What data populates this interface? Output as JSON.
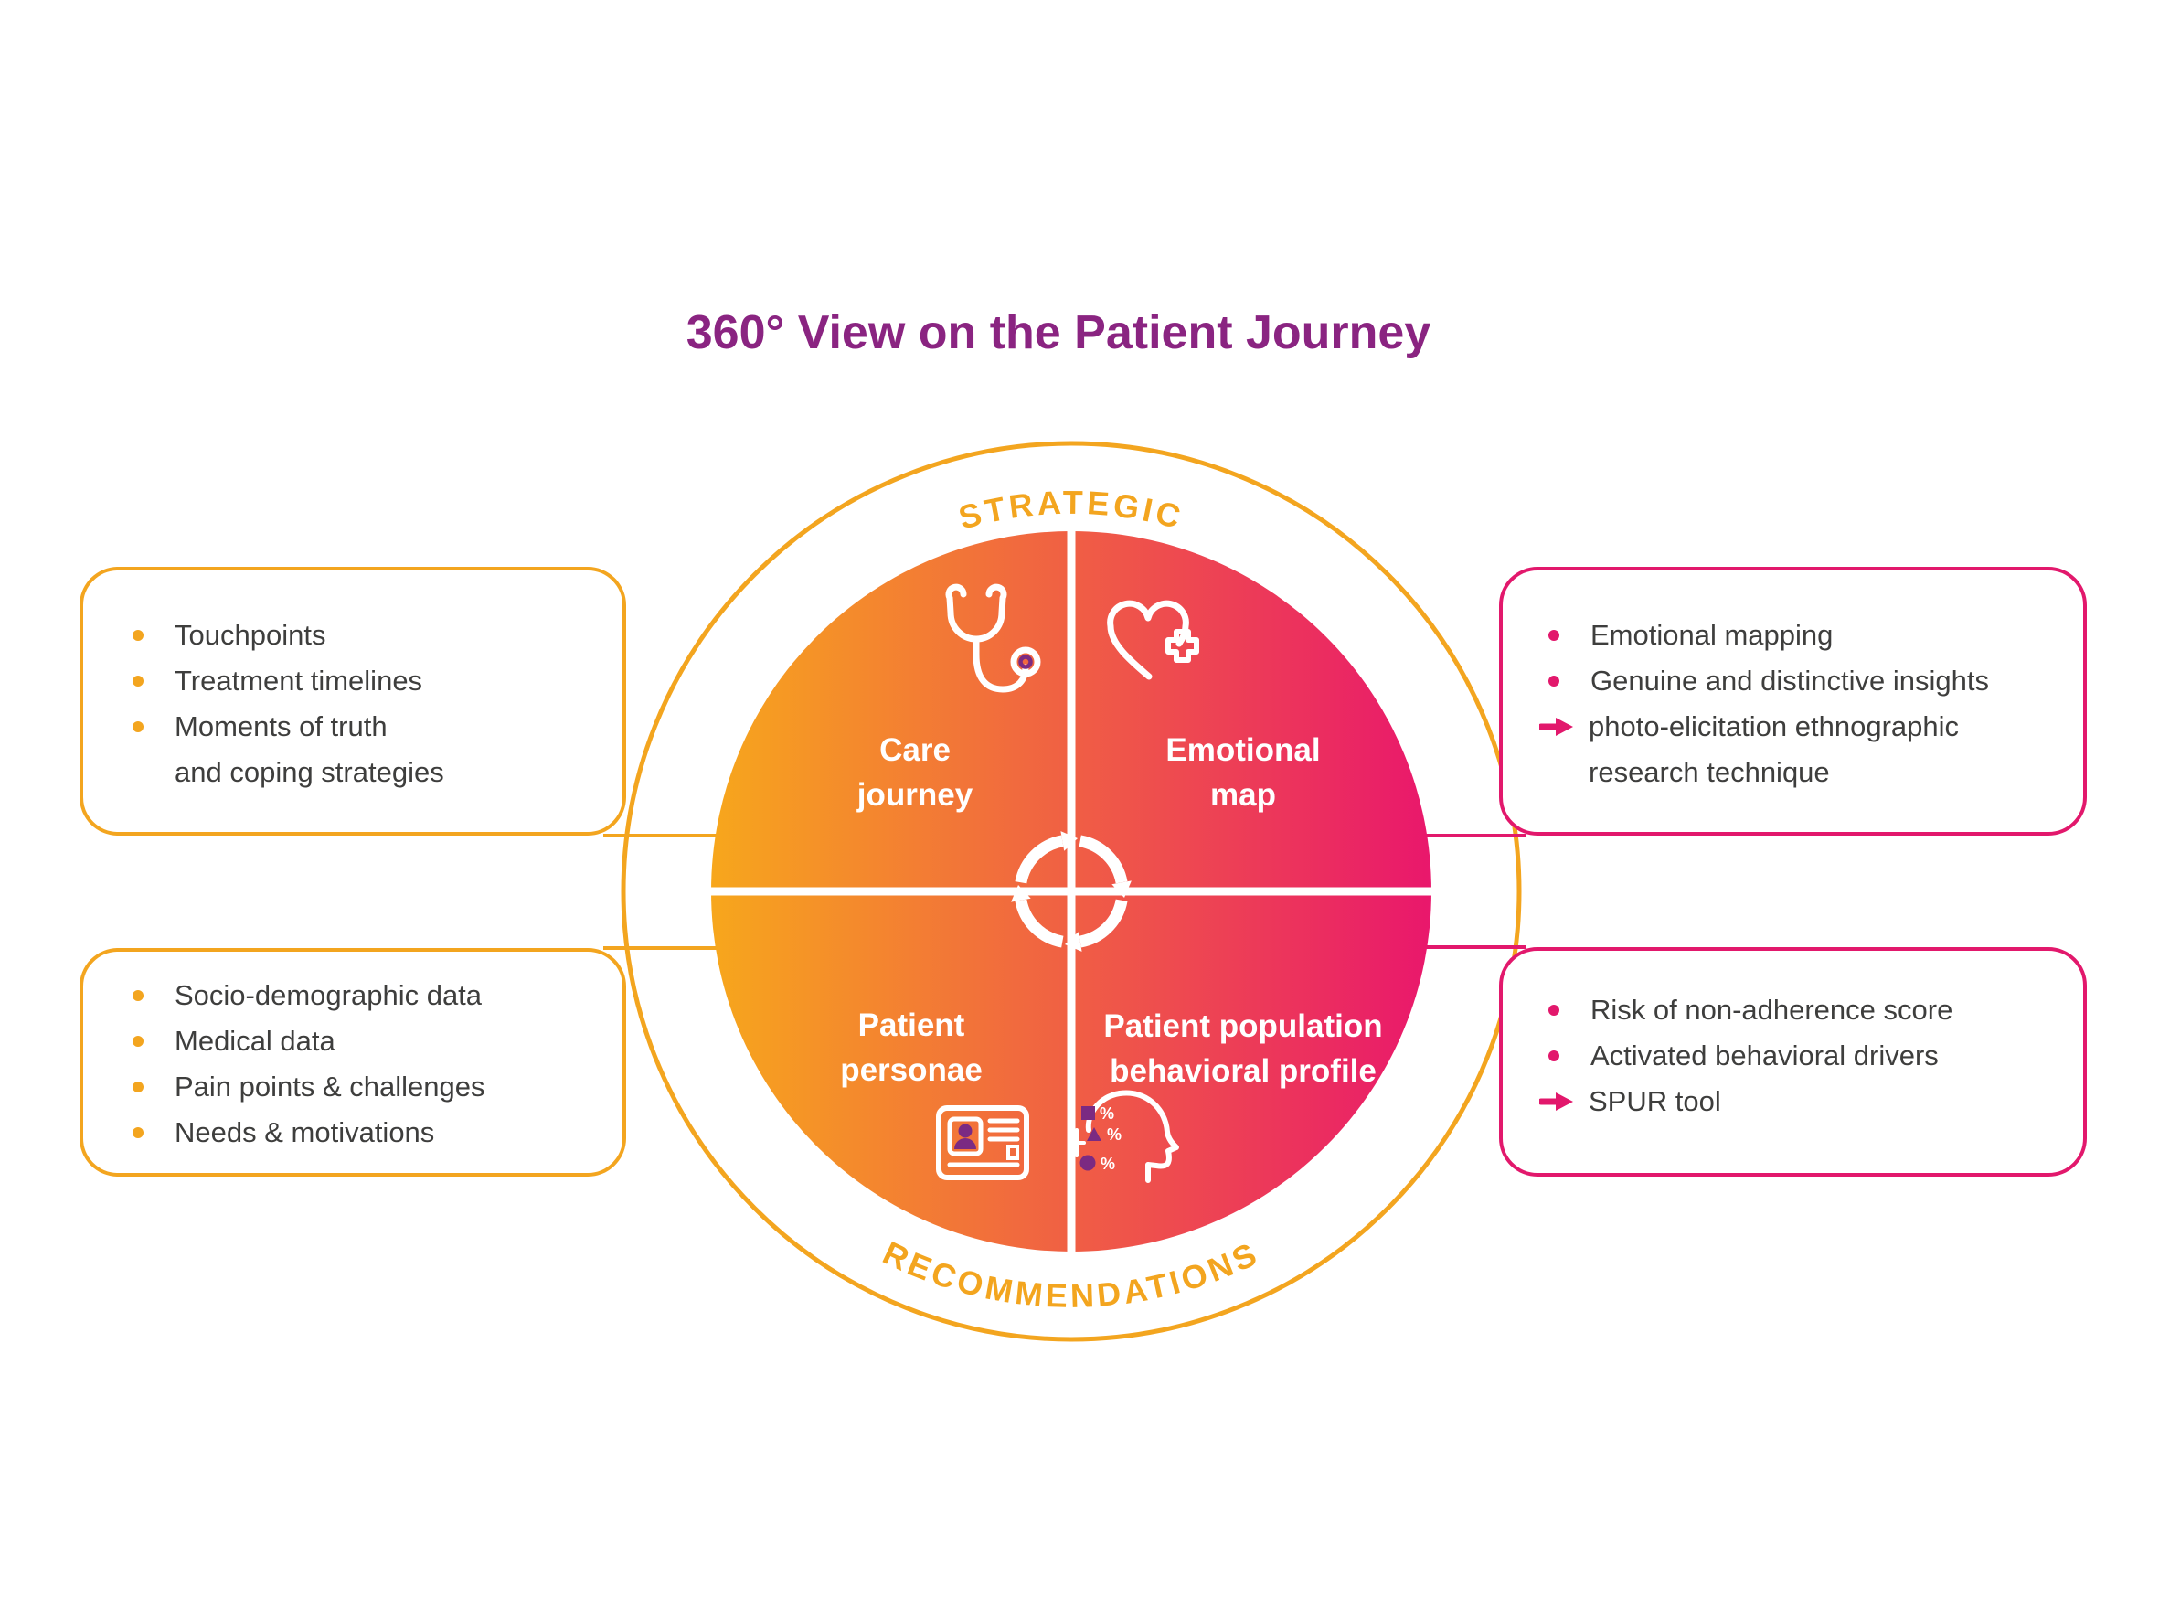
{
  "title": "360° View on the Patient Journey",
  "colors": {
    "accent_orange": "#F3A51F",
    "accent_pink": "#E2186C",
    "title_purple": "#8A2481",
    "icon_purple": "#7B2A82",
    "body_text": "#3E3E3D",
    "circle_gradient_start": "#F7A71C",
    "circle_gradient_end": "#E9176C"
  },
  "ring": {
    "top_label": "STRATEGIC",
    "bottom_label": "RECOMMENDATIONS"
  },
  "quadrants": {
    "top_left": {
      "label": "Care\njourney",
      "icon": "stethoscope-icon"
    },
    "top_right": {
      "label": "Emotional\nmap",
      "icon": "heart-plus-icon"
    },
    "bottom_left": {
      "label": "Patient\npersonae",
      "icon": "id-card-icon"
    },
    "bottom_right": {
      "label": "Patient population\nbehavioral profile",
      "icon": "head-analytics-icon"
    }
  },
  "boxes": {
    "top_left": {
      "items": [
        {
          "marker": "dot",
          "text": "Touchpoints"
        },
        {
          "marker": "dot",
          "text": "Treatment timelines"
        },
        {
          "marker": "dot",
          "text": "Moments of truth\nand coping strategies"
        }
      ]
    },
    "bottom_left": {
      "items": [
        {
          "marker": "dot",
          "text": "Socio-demographic data"
        },
        {
          "marker": "dot",
          "text": "Medical data"
        },
        {
          "marker": "dot",
          "text": "Pain points & challenges"
        },
        {
          "marker": "dot",
          "text": "Needs & motivations"
        }
      ]
    },
    "top_right": {
      "items": [
        {
          "marker": "dot",
          "text": "Emotional mapping"
        },
        {
          "marker": "dot",
          "text": "Genuine and distinctive insights"
        },
        {
          "marker": "arrow",
          "text": "photo-elicitation ethnographic\nresearch technique"
        }
      ]
    },
    "bottom_right": {
      "items": [
        {
          "marker": "dot",
          "text": "Risk of non-adherence score"
        },
        {
          "marker": "dot",
          "text": "Activated behavioral drivers"
        },
        {
          "marker": "arrow",
          "text": "SPUR tool"
        }
      ]
    }
  }
}
